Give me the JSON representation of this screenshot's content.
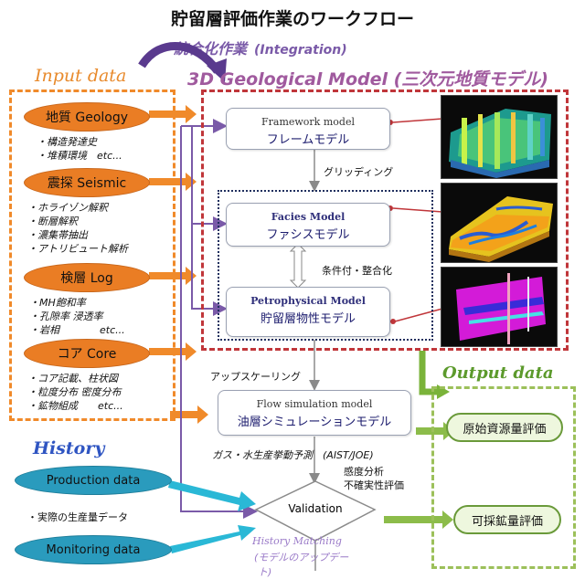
{
  "title": "貯留層評価作業のワークフロー",
  "integration": {
    "jp": "統合化作業",
    "en": "(Integration)"
  },
  "sections": {
    "input": "Input data",
    "model3d": "3D Geological Model (三次元地質モデル)",
    "output": "Output data",
    "history": "History"
  },
  "inputs": [
    {
      "label": "地質 Geology",
      "bullets": [
        "・構造発達史",
        "・堆積環境　etc..."
      ]
    },
    {
      "label": "震探 Seismic",
      "bullets": [
        "・ホライゾン解釈",
        "・断層解釈",
        "・濃集帯抽出",
        "・アトリビュート解析"
      ]
    },
    {
      "label": "検層 Log",
      "bullets": [
        "・MH飽和率",
        "・孔隙率 浸透率",
        "・岩相　　　　etc..."
      ]
    },
    {
      "label": "コア Core",
      "bullets": [
        "・コア記載、柱状図",
        "・粒度分布 密度分布",
        "・鉱物組成　　etc..."
      ]
    }
  ],
  "models": {
    "framework": {
      "en": "Framework model",
      "jp": "フレームモデル"
    },
    "facies": {
      "en": "Facies Model",
      "jp": "ファシスモデル"
    },
    "petrophysical": {
      "en": "Petrophysical Model",
      "jp": "貯留層物性モデル"
    },
    "flow": {
      "en": "Flow simulation model",
      "jp": "油層シミュレーションモデル"
    }
  },
  "labels": {
    "gridding": "グリッディング",
    "conditioning": "条件付・整合化",
    "upscaling": "アップスケーリング",
    "prediction": "ガス・水生産挙動予測　(AIST/JOE)",
    "sensitivity": "感度分析",
    "uncertainty": "不確実性評価",
    "validation": "Validation",
    "history_matching": "History Matching",
    "model_update": "(モデルのアップデー",
    "model_update_tail": "ト)",
    "actual_production": "・実際の生産量データ"
  },
  "outputs": {
    "resources": "原始資源量評価",
    "recoverable": "可採鉱量評価"
  },
  "history_items": {
    "production": "Production data",
    "monitoring": "Monitoring data"
  },
  "colors": {
    "orange": "#ea7d24",
    "red_dashed": "#c0363a",
    "green": "#9cc05a",
    "teal": "#2a9bbd",
    "purple": "#7a5aa8"
  }
}
